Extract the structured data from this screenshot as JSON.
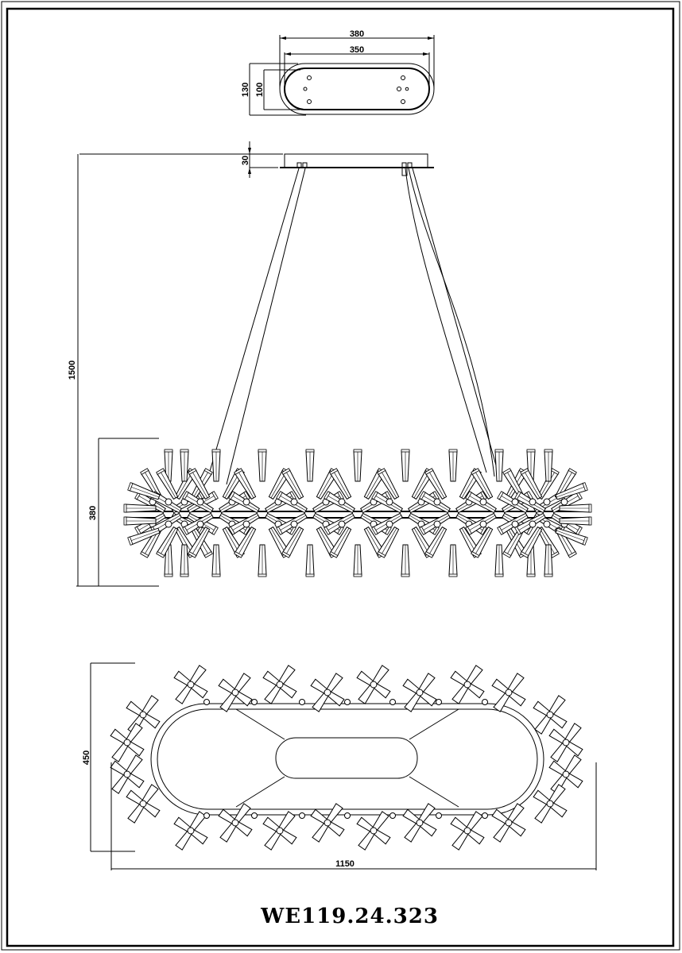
{
  "drawing": {
    "model_number": "WE119.24.323",
    "colors": {
      "line": "#000000",
      "background": "#ffffff"
    }
  },
  "canopy_top_view": {
    "dim_outer_width": "380",
    "dim_inner_width": "350",
    "dim_outer_depth": "130",
    "dim_inner_depth": "100"
  },
  "side_view": {
    "dim_canopy_height": "30",
    "dim_total_height": "1500",
    "dim_fixture_height": "380"
  },
  "bottom_view": {
    "dim_depth": "450",
    "dim_length": "1150"
  }
}
